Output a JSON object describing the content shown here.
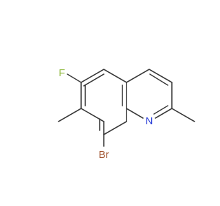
{
  "molecule": {
    "atoms": {
      "F": {
        "text": "F",
        "color": "#8db83a"
      },
      "Br": {
        "text": "Br",
        "color": "#a0522d"
      },
      "N": {
        "text": "N",
        "color": "#2b3fd8"
      }
    },
    "bond_color": "#3a3a3a"
  }
}
